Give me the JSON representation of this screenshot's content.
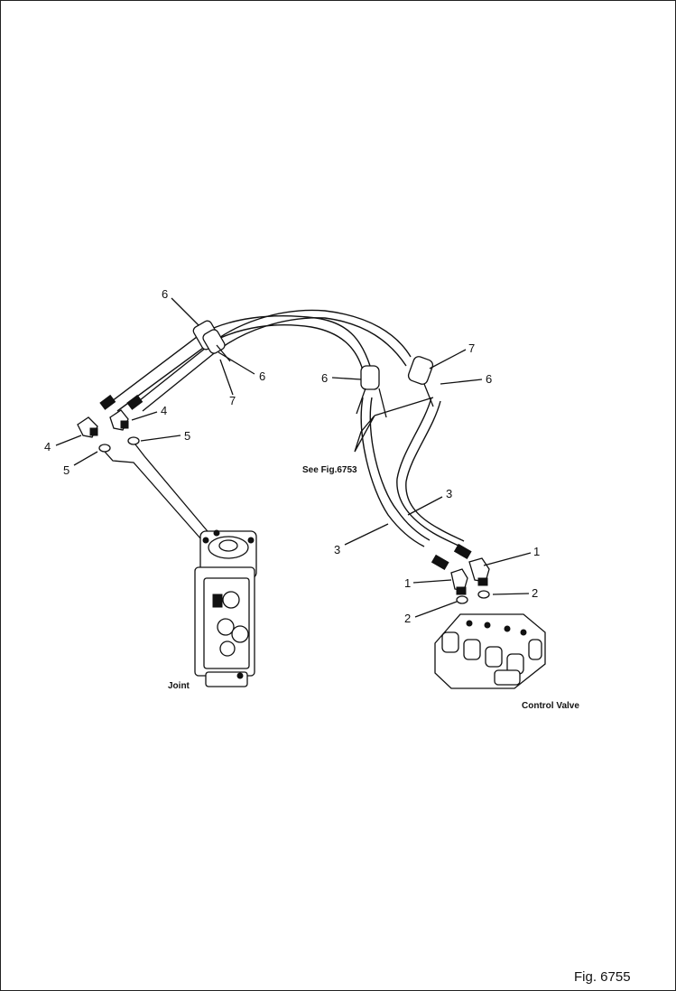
{
  "labels": {
    "l6a": "6",
    "l6b": "6",
    "l6c": "6",
    "l6d": "6",
    "l7a": "7",
    "l7b": "7",
    "l4a": "4",
    "l4b": "4",
    "l5a": "5",
    "l5b": "5",
    "l3a": "3",
    "l3b": "3",
    "l1a": "1",
    "l1b": "1",
    "l2a": "2",
    "l2b": "2"
  },
  "captions": {
    "swivel_joint": "Joint",
    "see_fig": "See Fig.6753",
    "control_valve": "Control Valve"
  },
  "figure_number": "Fig. 6755"
}
